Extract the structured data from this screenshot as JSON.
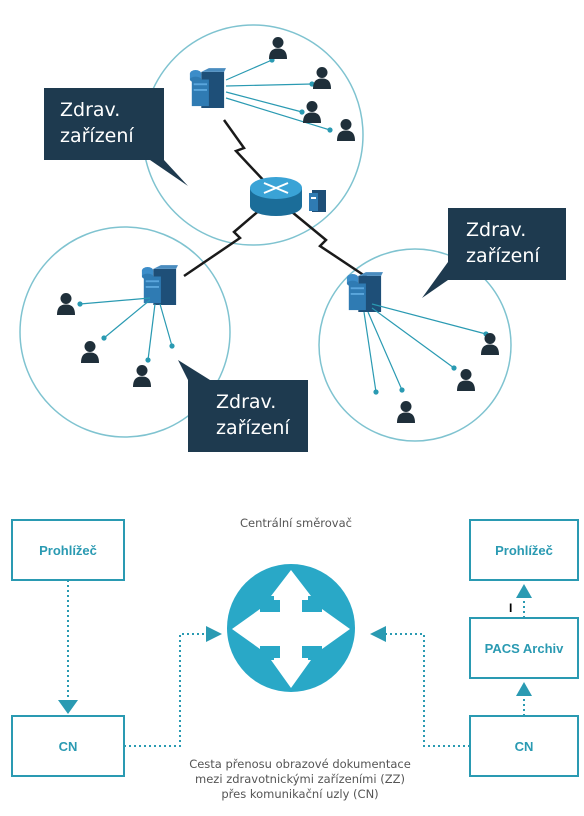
{
  "network": {
    "callouts": [
      {
        "line1": "Zdrav.",
        "line2": "zařízení"
      },
      {
        "line1": "Zdrav.",
        "line2": "zařízení"
      },
      {
        "line1": "Zdrav.",
        "line2": "zařízení"
      }
    ]
  },
  "flow": {
    "router_label": "Centrální směrovač",
    "left_viewer": "Prohlížeč",
    "left_cn": "CN",
    "right_viewer": "Prohlížeč",
    "right_pacs": "PACS Archiv",
    "right_cn": "CN",
    "stray_mark": "I",
    "caption": [
      "Cesta přenosu obrazové dokumentace",
      "mezi zdravotnickými zařízeními (ZZ)",
      "přes komunikační uzly (CN)"
    ]
  },
  "colors": {
    "teal": "#2a9ab2",
    "circle_stroke": "#7fc3d0",
    "callout_bg": "#1e3a4f",
    "server": "#2b6e9c",
    "person": "#1f2f3a",
    "router": "#29a8c7"
  }
}
